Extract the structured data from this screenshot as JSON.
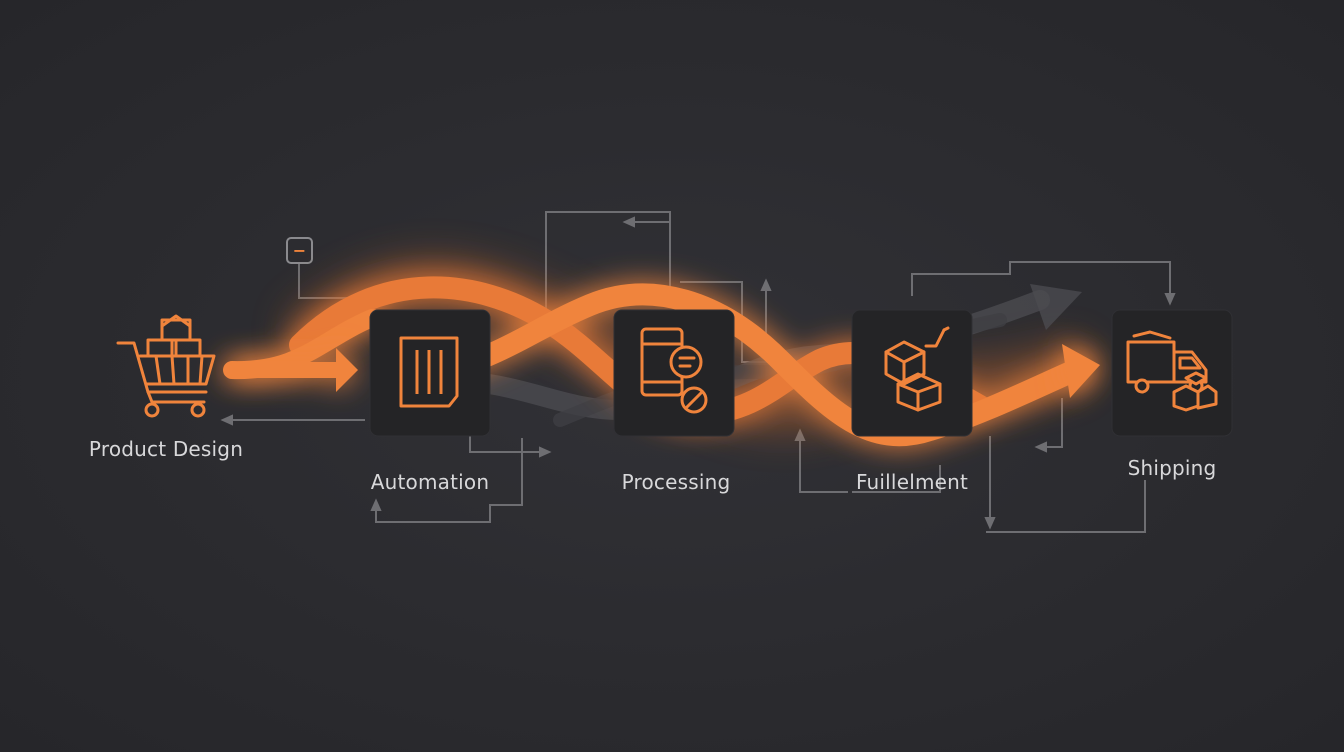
{
  "diagram": {
    "accent_color": "#f0843c",
    "background_color": "#2b2b2f",
    "box_color": "#242426",
    "connector_color": "#6e6e72",
    "stages": [
      {
        "label": "Product Design",
        "icon": "shopping-cart-icon"
      },
      {
        "label": "Automation",
        "icon": "document-icon"
      },
      {
        "label": "Processing",
        "icon": "device-settings-icon"
      },
      {
        "label": "Fuillelment",
        "icon": "boxes-hand-truck-icon"
      },
      {
        "label": "Shipping",
        "icon": "delivery-truck-icon"
      }
    ],
    "marker_symbol": "−"
  }
}
